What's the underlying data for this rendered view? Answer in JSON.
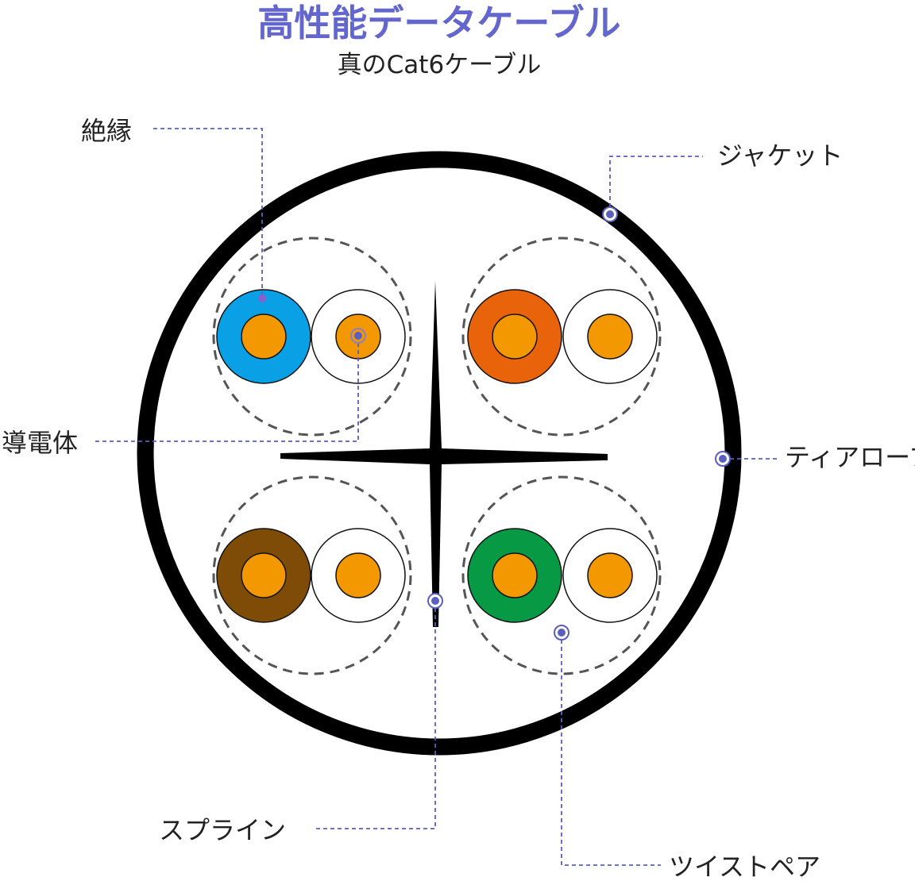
{
  "title": "高性能データケーブル",
  "subtitle": "真のCat6ケーブル",
  "labels": {
    "insulation": "絶縁",
    "jacket": "ジャケット",
    "conductor": "導電体",
    "tear_rope": "ティアロープ",
    "spline": "スプライン",
    "twisted_pair": "ツイストペア"
  },
  "colors": {
    "title": "#6366cc",
    "leader": "#5a5fc0",
    "blue": "#0aa0e6",
    "orange": "#e8630a",
    "brown": "#7e4c06",
    "green": "#079944",
    "copper": "#f39800"
  }
}
